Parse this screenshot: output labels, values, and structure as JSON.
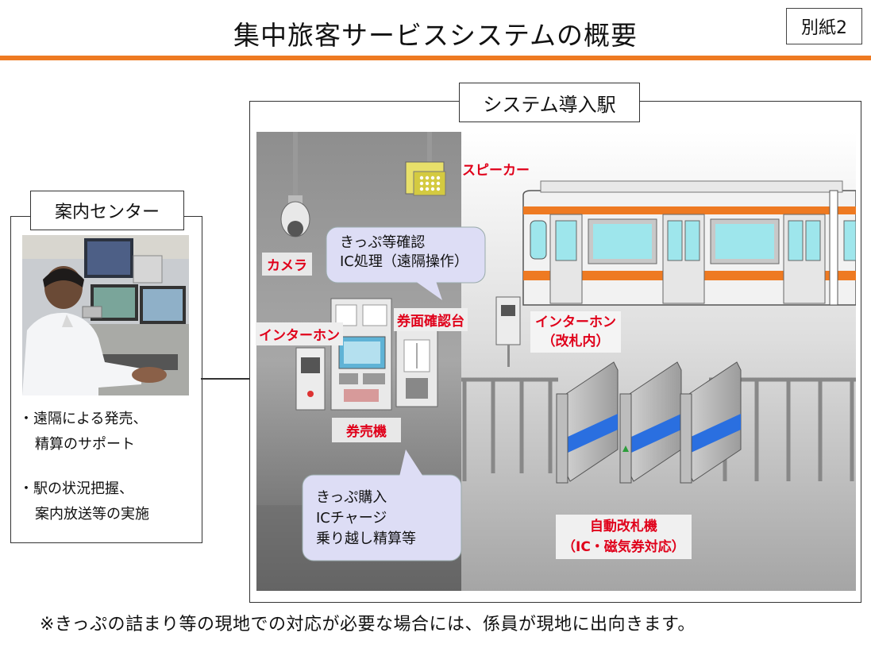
{
  "title": "集中旅客サービスシステムの概要",
  "tag": "別紙2",
  "center": {
    "label": "案内センター",
    "bullets": [
      [
        "・遠隔による発売、",
        "精算のサポート"
      ],
      [
        "・駅の状況把握、",
        "案内放送等の実施"
      ]
    ]
  },
  "station": {
    "label": "システム導入駅",
    "labels": {
      "speaker": "スピーカー",
      "camera": "カメラ",
      "intercom": "インターホン",
      "inspection_stand": "券面確認台",
      "intercom_gate_1": "インターホン",
      "intercom_gate_2": "（改札内）",
      "ticket_machine": "券売機",
      "gate_1": "自動改札機",
      "gate_2": "（IC・磁気券対応）"
    },
    "bubble_top": [
      "きっぷ等確認",
      "IC処理（遠隔操作）"
    ],
    "bubble_bottom": [
      "きっぷ購入",
      "ICチャージ",
      "乗り越し精算等"
    ]
  },
  "footnote": "※きっぷの詰まり等の現地での対応が必要な場合には、係員が現地に出向きます。",
  "colors": {
    "accent": "#ee7a22",
    "label_red": "#e0001a",
    "bubble": "#ddddf5",
    "gate_blue": "#2a6fe0"
  }
}
